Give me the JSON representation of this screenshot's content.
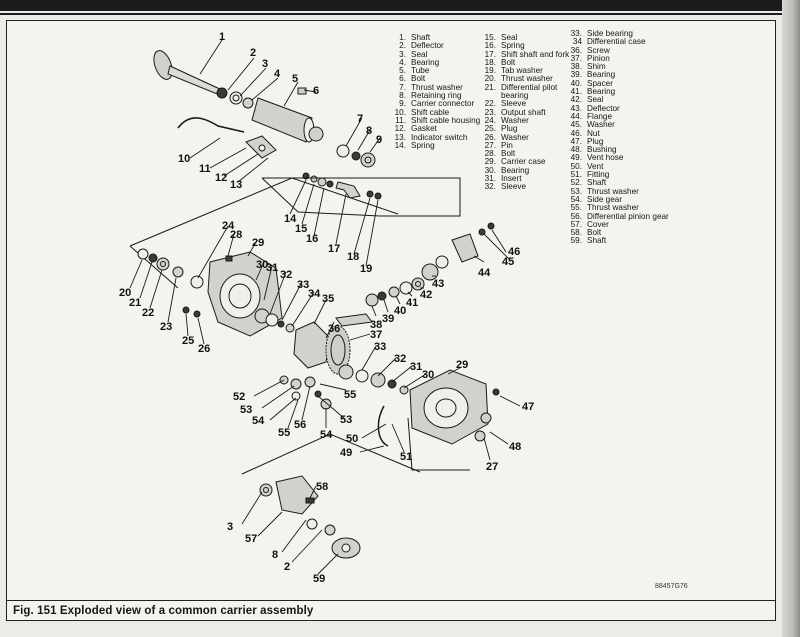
{
  "figure": {
    "caption": "Fig. 151 Exploded view of a common carrier assembly",
    "code": "88457G76"
  },
  "legend": {
    "col1": [
      {
        "num": "1.",
        "label": "Shaft"
      },
      {
        "num": "2.",
        "label": "Deflector"
      },
      {
        "num": "3.",
        "label": "Seal"
      },
      {
        "num": "4.",
        "label": "Bearing"
      },
      {
        "num": "5.",
        "label": "Tube"
      },
      {
        "num": "6.",
        "label": "Bolt"
      },
      {
        "num": "7.",
        "label": "Thrust washer"
      },
      {
        "num": "8.",
        "label": "Retaining ring"
      },
      {
        "num": "9.",
        "label": "Carrier connector"
      },
      {
        "num": "10.",
        "label": "Shift cable"
      },
      {
        "num": "11.",
        "label": "Shift cable housing"
      },
      {
        "num": "12.",
        "label": "Gasket"
      },
      {
        "num": "13.",
        "label": "Indicator switch"
      },
      {
        "num": "14.",
        "label": "Spring"
      }
    ],
    "col2": [
      {
        "num": "15.",
        "label": "Seal"
      },
      {
        "num": "16.",
        "label": "Spring"
      },
      {
        "num": "17.",
        "label": "Shift shaft and fork"
      },
      {
        "num": "18.",
        "label": "Bolt"
      },
      {
        "num": "19.",
        "label": "Tab washer"
      },
      {
        "num": "20.",
        "label": "Thrust washer"
      },
      {
        "num": "21.",
        "label": "Differential pilot"
      },
      {
        "num": "",
        "label": "bearing"
      },
      {
        "num": "22.",
        "label": "Sleeve"
      },
      {
        "num": "23.",
        "label": "Output shaft"
      },
      {
        "num": "24.",
        "label": "Washer"
      },
      {
        "num": "25.",
        "label": "Plug"
      },
      {
        "num": "26.",
        "label": "Washer"
      },
      {
        "num": "27.",
        "label": "Pin"
      },
      {
        "num": "28.",
        "label": "Bolt"
      },
      {
        "num": "29.",
        "label": "Carrier case"
      },
      {
        "num": "30.",
        "label": "Bearing"
      },
      {
        "num": "31.",
        "label": "Insert"
      },
      {
        "num": "32.",
        "label": "Sleeve"
      }
    ],
    "col3": [
      {
        "num": "33.",
        "label": "Side bearing"
      },
      {
        "num": "34",
        "label": "Differential case"
      },
      {
        "num": "36.",
        "label": "Screw"
      },
      {
        "num": "37.",
        "label": "Pinion"
      },
      {
        "num": "38.",
        "label": "Shim"
      },
      {
        "num": "39.",
        "label": "Bearing"
      },
      {
        "num": "40.",
        "label": "Spacer"
      },
      {
        "num": "41.",
        "label": "Bearing"
      },
      {
        "num": "42.",
        "label": "Seal"
      },
      {
        "num": "43.",
        "label": "Deflector"
      },
      {
        "num": "44.",
        "label": "Flange"
      },
      {
        "num": "45.",
        "label": "Washer"
      },
      {
        "num": "46.",
        "label": "Nut"
      },
      {
        "num": "47.",
        "label": "Plug"
      },
      {
        "num": "48.",
        "label": "Bushing"
      },
      {
        "num": "49.",
        "label": "Vent hose"
      },
      {
        "num": "50.",
        "label": "Vent"
      },
      {
        "num": "51.",
        "label": "Fitting"
      },
      {
        "num": "52.",
        "label": "Shaft"
      },
      {
        "num": "53.",
        "label": "Thrust washer"
      },
      {
        "num": "54.",
        "label": "Side gear"
      },
      {
        "num": "55.",
        "label": "Thrust washer"
      },
      {
        "num": "56.",
        "label": "Differential pinion gear"
      },
      {
        "num": "57.",
        "label": "Cover"
      },
      {
        "num": "58.",
        "label": "Bolt"
      },
      {
        "num": "59.",
        "label": "Shaft"
      }
    ]
  },
  "callouts": [
    "1",
    "2",
    "3",
    "4",
    "5",
    "6",
    "7",
    "8",
    "9",
    "10",
    "11",
    "12",
    "13",
    "14",
    "15",
    "16",
    "17",
    "18",
    "19",
    "20",
    "21",
    "22",
    "23",
    "24",
    "25",
    "26",
    "27",
    "28",
    "29",
    "30",
    "31",
    "32",
    "33",
    "34",
    "35",
    "36",
    "37",
    "38",
    "39",
    "40",
    "41",
    "42",
    "43",
    "44",
    "45",
    "46",
    "47",
    "48",
    "49",
    "50",
    "51",
    "52",
    "53",
    "54",
    "55",
    "56",
    "57",
    "58",
    "59"
  ]
}
